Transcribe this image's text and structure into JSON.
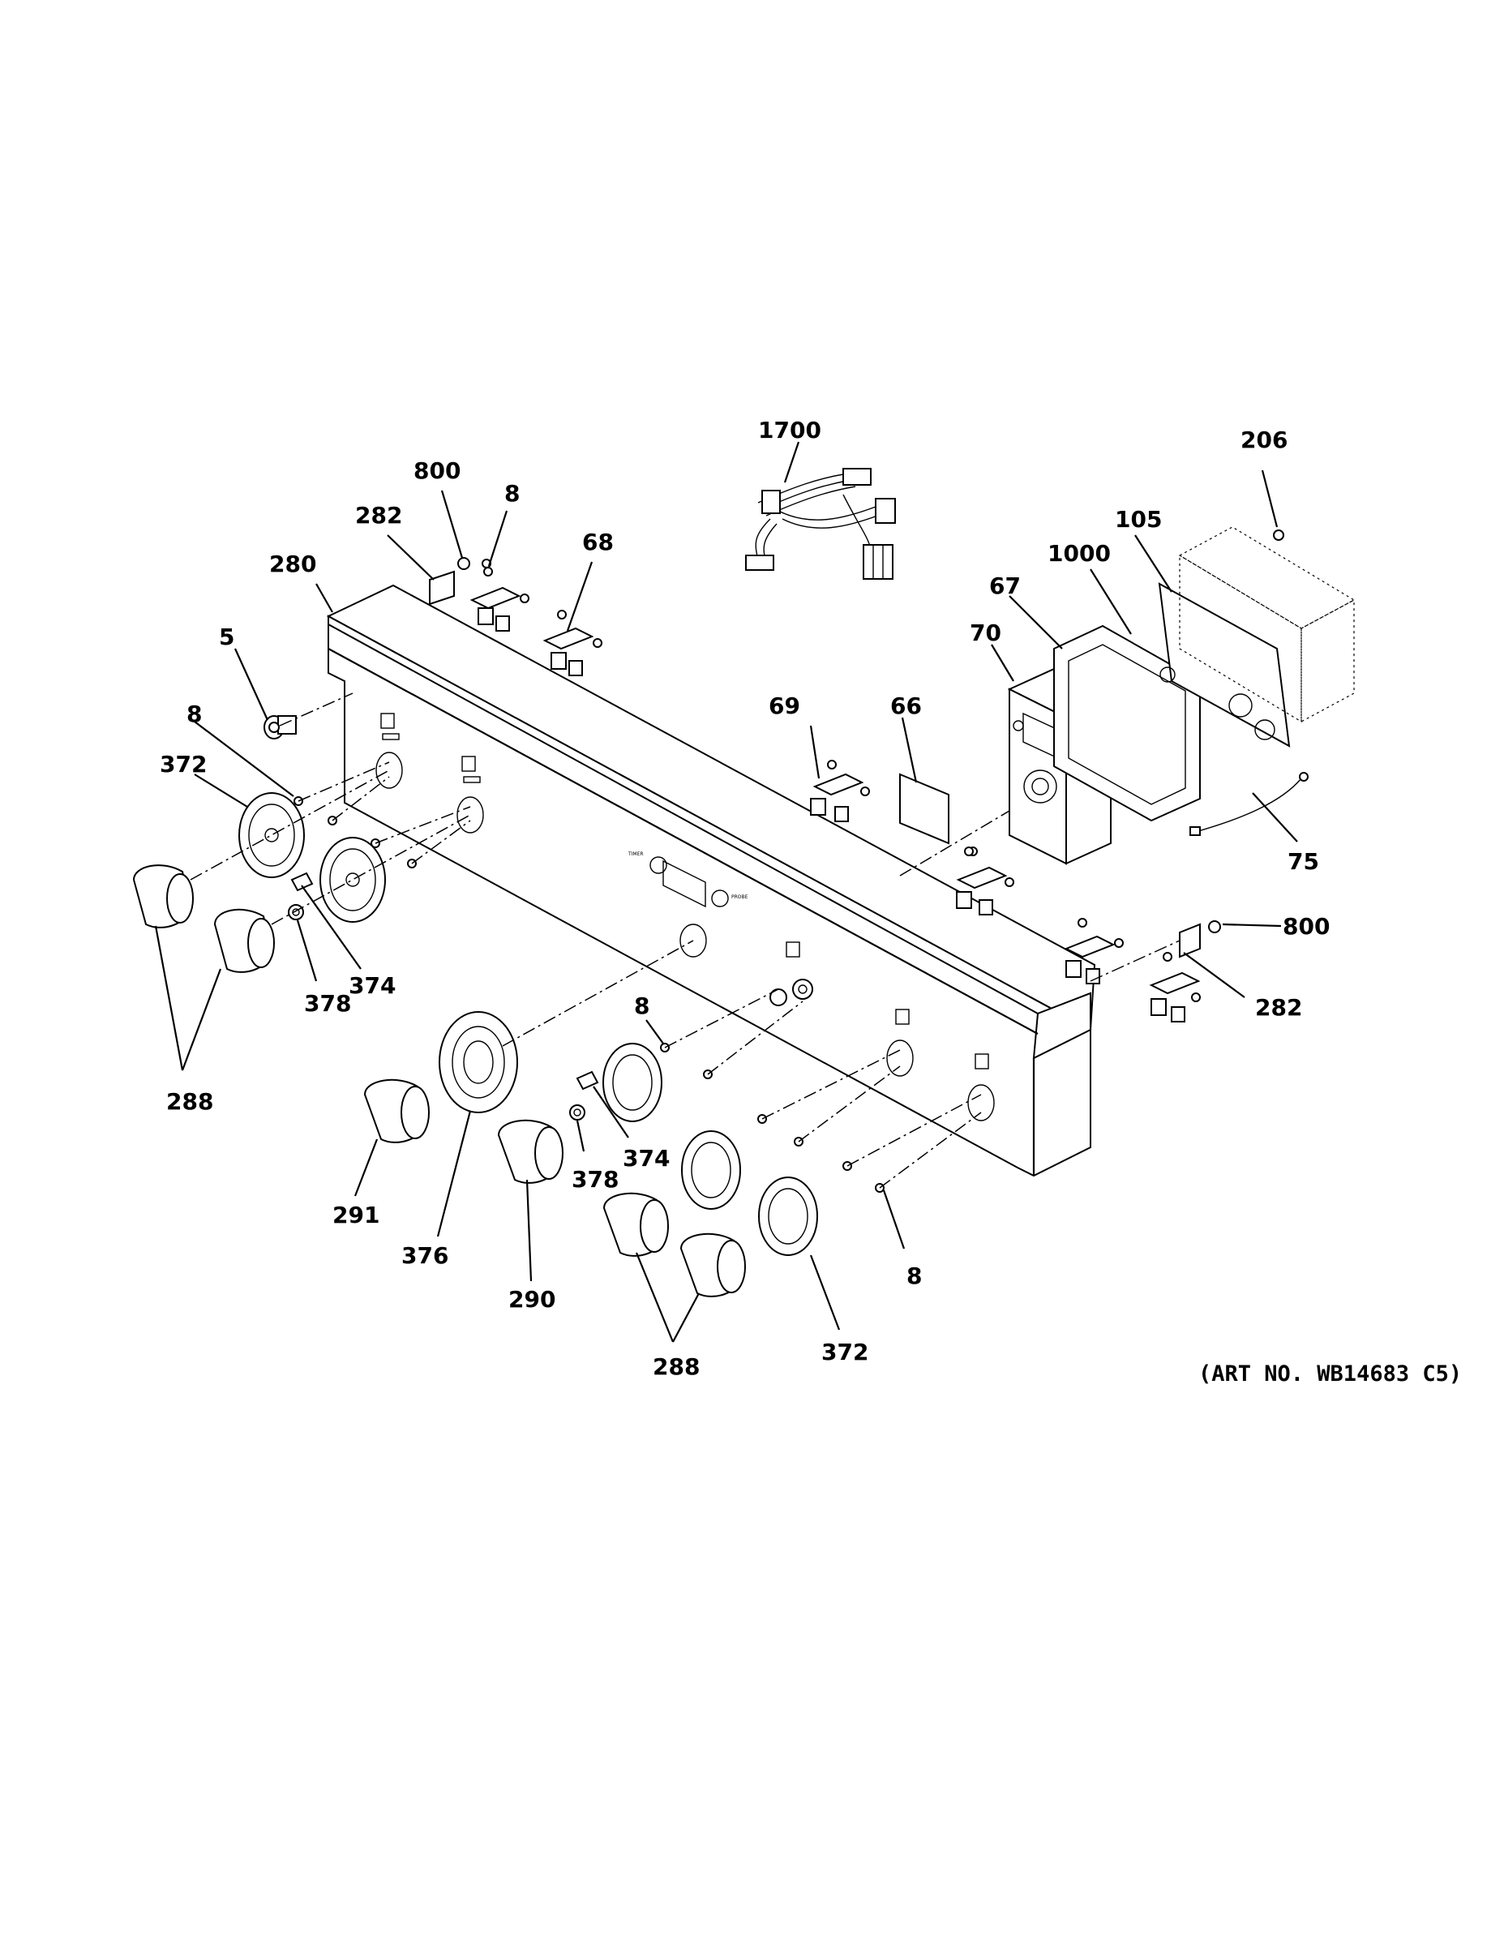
{
  "art_number": "(ART NO. WB14683 C5)",
  "labels": [
    {
      "id": "lbl-1700",
      "text": "1700"
    },
    {
      "id": "lbl-206",
      "text": "206"
    },
    {
      "id": "lbl-800-top",
      "text": "800"
    },
    {
      "id": "lbl-8-top",
      "text": "8"
    },
    {
      "id": "lbl-282-top",
      "text": "282"
    },
    {
      "id": "lbl-68",
      "text": "68"
    },
    {
      "id": "lbl-280",
      "text": "280"
    },
    {
      "id": "lbl-105",
      "text": "105"
    },
    {
      "id": "lbl-1000",
      "text": "1000"
    },
    {
      "id": "lbl-67",
      "text": "67"
    },
    {
      "id": "lbl-5",
      "text": "5"
    },
    {
      "id": "lbl-70",
      "text": "70"
    },
    {
      "id": "lbl-8-left",
      "text": "8"
    },
    {
      "id": "lbl-69",
      "text": "69"
    },
    {
      "id": "lbl-66",
      "text": "66"
    },
    {
      "id": "lbl-372-left",
      "text": "372"
    },
    {
      "id": "lbl-75",
      "text": "75"
    },
    {
      "id": "lbl-800-right",
      "text": "800"
    },
    {
      "id": "lbl-374-left",
      "text": "374"
    },
    {
      "id": "lbl-378-left",
      "text": "378"
    },
    {
      "id": "lbl-8-mid",
      "text": "8"
    },
    {
      "id": "lbl-282-right",
      "text": "282"
    },
    {
      "id": "lbl-288-left",
      "text": "288"
    },
    {
      "id": "lbl-374-mid",
      "text": "374"
    },
    {
      "id": "lbl-378-mid",
      "text": "378"
    },
    {
      "id": "lbl-291",
      "text": "291"
    },
    {
      "id": "lbl-376",
      "text": "376"
    },
    {
      "id": "lbl-8-right",
      "text": "8"
    },
    {
      "id": "lbl-290",
      "text": "290"
    },
    {
      "id": "lbl-372-right",
      "text": "372"
    },
    {
      "id": "lbl-288-right",
      "text": "288"
    }
  ],
  "panel_text": {
    "timer": "TIMER",
    "probe": "PROBE"
  }
}
